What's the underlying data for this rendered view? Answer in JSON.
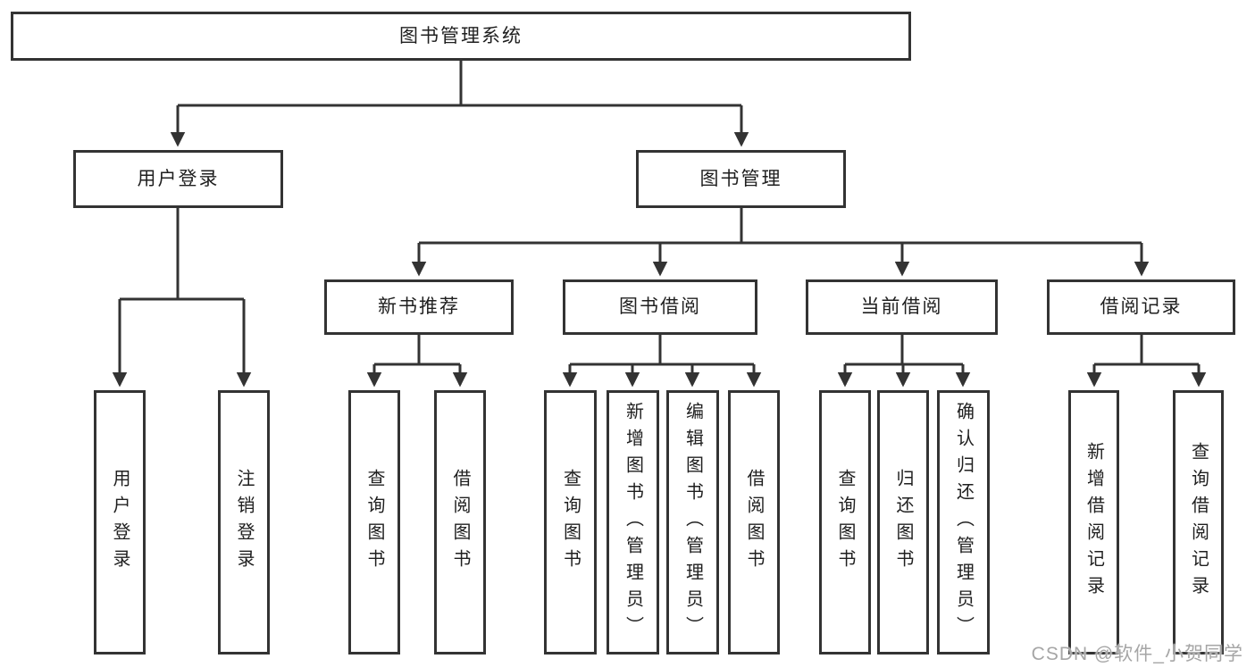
{
  "tree": {
    "root": {
      "label": "图书管理系统"
    },
    "branches": [
      {
        "label": "用户登录",
        "children": [
          {
            "label": "用户登录"
          },
          {
            "label": "注销登录"
          }
        ]
      },
      {
        "label": "图书管理",
        "groups": [
          {
            "label": "新书推荐",
            "children": [
              {
                "label": "查询图书"
              },
              {
                "label": "借阅图书"
              }
            ]
          },
          {
            "label": "图书借阅",
            "children": [
              {
                "label": "查询图书"
              },
              {
                "label": "新增图书（管理员）"
              },
              {
                "label": "编辑图书（管理员）"
              },
              {
                "label": "借阅图书"
              }
            ]
          },
          {
            "label": "当前借阅",
            "children": [
              {
                "label": "查询图书"
              },
              {
                "label": "归还图书"
              },
              {
                "label": "确认归还（管理员）"
              }
            ]
          },
          {
            "label": "借阅记录",
            "children": [
              {
                "label": "新增借阅记录"
              },
              {
                "label": "查询借阅记录"
              }
            ]
          }
        ]
      }
    ]
  },
  "watermark": "CSDN @软件_小贺同学",
  "colors": {
    "line": "#333333",
    "text": "#1f1f1f",
    "background": "#ffffff",
    "watermark": "#a6a6a6"
  }
}
